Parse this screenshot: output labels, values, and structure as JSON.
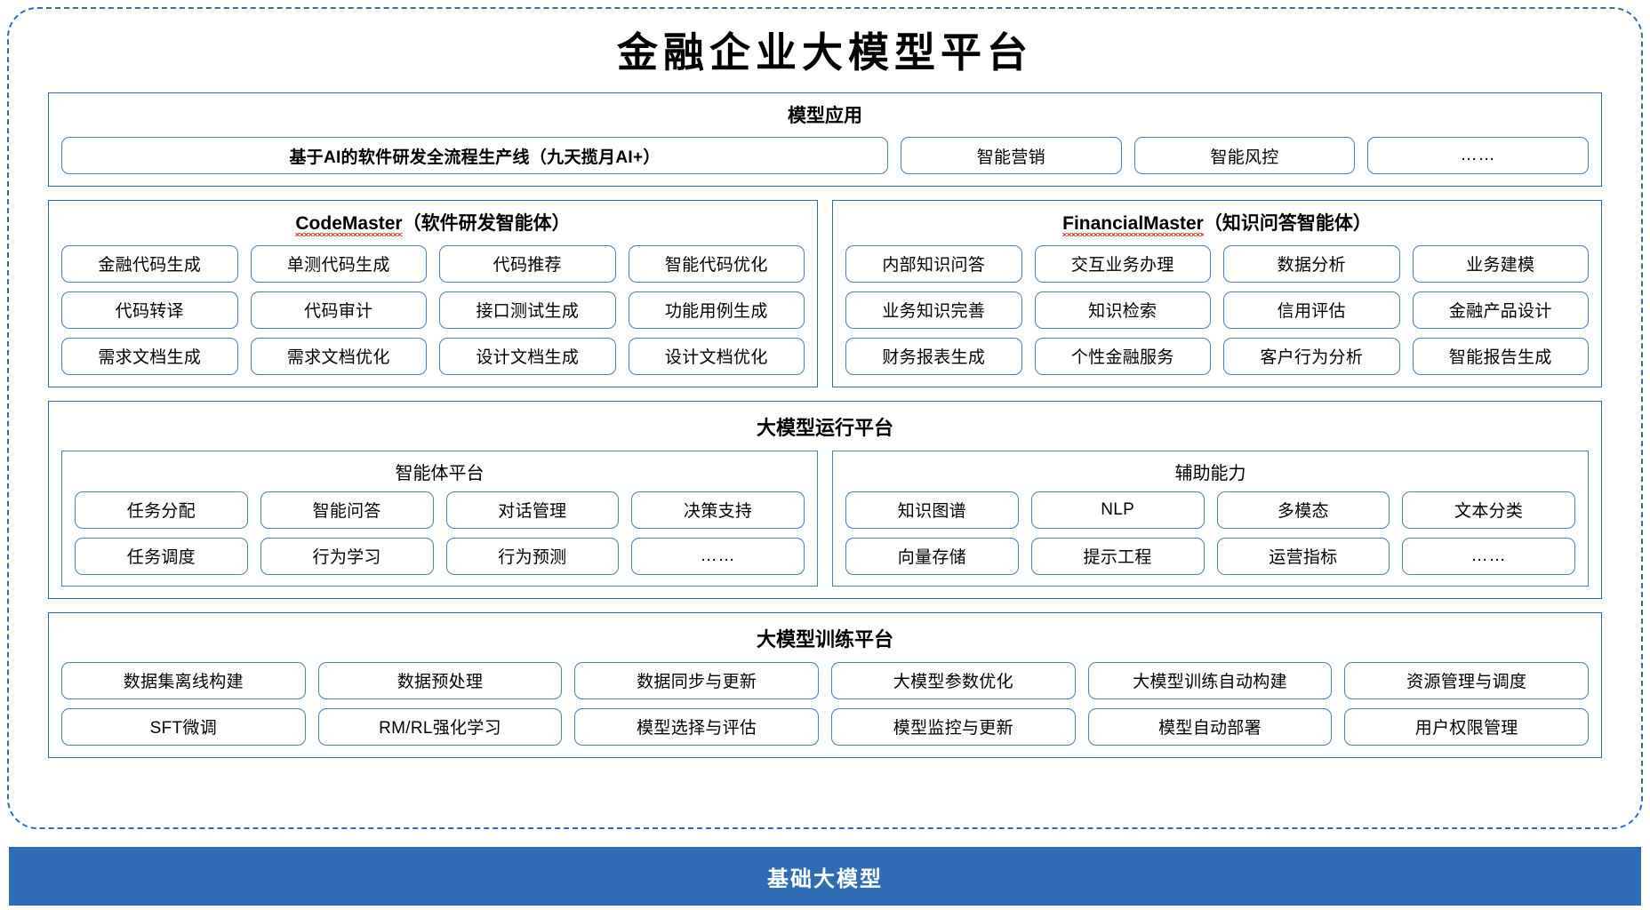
{
  "title": "金融企业大模型平台",
  "colors": {
    "accent": "#2f6cb5",
    "chip_border": "#4a7ebb",
    "spellcheck": "#e03b2f",
    "base_bar_bg": "#2f6cb5",
    "base_bar_text": "#ffffff"
  },
  "model_application": {
    "title": "模型应用",
    "primary": "基于AI的软件研发全流程生产线（九天揽月AI+）",
    "items": [
      "智能营销",
      "智能风控",
      "……"
    ]
  },
  "agents": [
    {
      "name": "CodeMaster",
      "subtitle": "（软件研发智能体）",
      "spellcheck_underline": true,
      "rows": [
        [
          "金融代码生成",
          "单测代码生成",
          "代码推荐",
          "智能代码优化"
        ],
        [
          "代码转译",
          "代码审计",
          "接口测试生成",
          "功能用例生成"
        ],
        [
          "需求文档生成",
          "需求文档优化",
          "设计文档生成",
          "设计文档优化"
        ]
      ]
    },
    {
      "name": "FinancialMaster",
      "subtitle": "（知识问答智能体）",
      "spellcheck_underline": true,
      "rows": [
        [
          "内部知识问答",
          "交互业务办理",
          "数据分析",
          "业务建模"
        ],
        [
          "业务知识完善",
          "知识检索",
          "信用评估",
          "金融产品设计"
        ],
        [
          "财务报表生成",
          "个性金融服务",
          "客户行为分析",
          "智能报告生成"
        ]
      ]
    }
  ],
  "runtime_platform": {
    "title": "大模型运行平台",
    "columns": [
      {
        "title": "智能体平台",
        "rows": [
          [
            "任务分配",
            "智能问答",
            "对话管理",
            "决策支持"
          ],
          [
            "任务调度",
            "行为学习",
            "行为预测",
            "……"
          ]
        ]
      },
      {
        "title": "辅助能力",
        "rows": [
          [
            "知识图谱",
            "NLP",
            "多模态",
            "文本分类"
          ],
          [
            "向量存储",
            "提示工程",
            "运营指标",
            "……"
          ]
        ]
      }
    ]
  },
  "training_platform": {
    "title": "大模型训练平台",
    "rows": [
      [
        "数据集离线构建",
        "数据预处理",
        "数据同步与更新",
        "大模型参数优化",
        "大模型训练自动构建",
        "资源管理与调度"
      ],
      [
        "SFT微调",
        "RM/RL强化学习",
        "模型选择与评估",
        "模型监控与更新",
        "模型自动部署",
        "用户权限管理"
      ]
    ]
  },
  "base_model_bar": {
    "label": "基础大模型"
  }
}
